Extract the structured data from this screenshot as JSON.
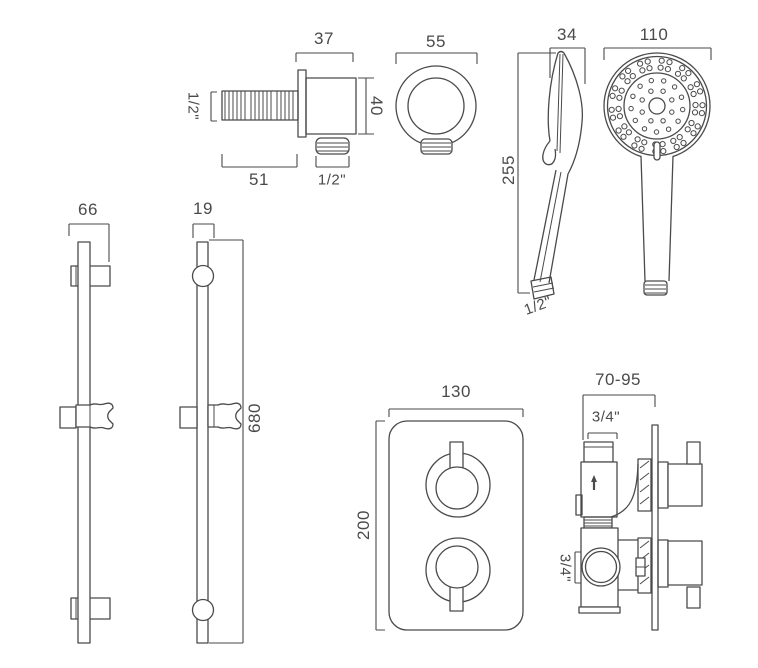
{
  "drawing": {
    "outlet_elbow": {
      "top_width": "37",
      "inlet": "1/2\"",
      "length": "51",
      "outlet": "1/2\"",
      "height": "40",
      "front_diameter": "55"
    },
    "handset": {
      "depth": "34",
      "diameter": "110",
      "length": "255",
      "connector": "1/2\""
    },
    "rail": {
      "bracket": "66",
      "width": "19",
      "length": "680"
    },
    "valve": {
      "width": "130",
      "height": "200",
      "depth_range": "70-95",
      "top_connection": "3/4\"",
      "bottom_connection": "3/4\""
    }
  }
}
